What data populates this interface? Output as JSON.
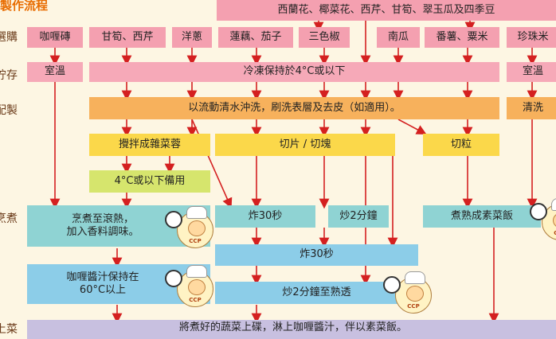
{
  "title": "製作流程",
  "row_labels": {
    "buy": "選購",
    "store": "貯存",
    "prep": "配製",
    "cook": "烹煮",
    "serve": "上菜"
  },
  "top_group": "西蘭花、椰菜花、西芹、甘筍、翠玉瓜及四季豆",
  "buy_items": [
    "咖喱磚",
    "甘筍、西芹",
    "洋蔥",
    "蓮藕、茄子",
    "三色椒",
    "南瓜",
    "番薯、粟米",
    "珍珠米"
  ],
  "store": {
    "room_temp_1": "室溫",
    "frozen": "冷凍保持於4°C或以下",
    "room_temp_2": "室溫"
  },
  "prep": {
    "wash": "以流動清水沖洗，刷洗表層及去皮（如適用）。",
    "rinse": "清洗",
    "mix": "攪拌成雜菜蓉",
    "slice": "切片 / 切塊",
    "dice": "切粒",
    "standby": "4°C或以下備用"
  },
  "cook": {
    "boil": "烹煮至滾熱，\n加入香料調味。",
    "fry30_a": "炸30秒",
    "stirfry2_a": "炒2分鐘",
    "rice": "煮熟成素菜飯",
    "fry30_b": "炸30秒",
    "hold": "咖喱醬汁保持在\n60°C以上",
    "stirfry2_b": "炒2分鐘至熟透"
  },
  "serve": "將煮好的蔬菜上碟，淋上咖喱醬汁，伴以素菜飯。",
  "ccp_label": "CCP",
  "colors": {
    "pink": "#f4a0b0",
    "orange": "#f7b15c",
    "yellow": "#fbd84a",
    "green": "#d6e56d",
    "teal": "#8fd3d3",
    "blue": "#8ccde8",
    "lavender": "#c8c0e0",
    "arrow": "#d42020"
  }
}
